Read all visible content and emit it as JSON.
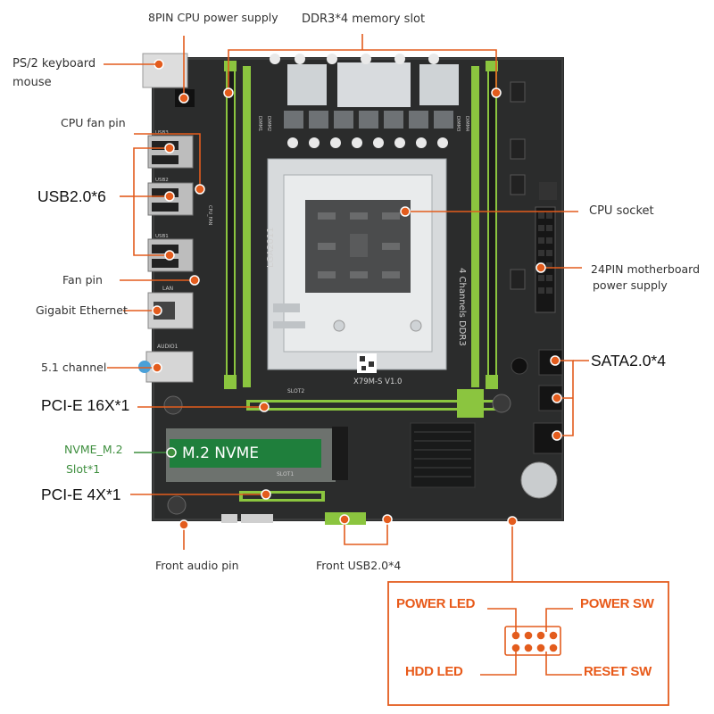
{
  "labels": {
    "cpu_power": "8PIN CPU power supply",
    "ddr3": "DDR3*4 memory slot",
    "ps2_line1": "PS/2 keyboard",
    "ps2_line2": "mouse",
    "cpu_fan": "CPU fan pin",
    "usb": "USB2.0*6",
    "fan_pin": "Fan pin",
    "gigabit": "Gigabit Ethernet",
    "audio51": "5.1 channel",
    "pcie16": "PCI-E 16X*1",
    "nvme_line1": "NVME_M.2",
    "nvme_line2": "Slot*1",
    "pcie4": "PCI-E 4X*1",
    "front_audio": "Front audio pin",
    "front_usb": "Front USB2.0*4",
    "cpu_socket": "CPU socket",
    "atx24_line1": "24PIN motherboard",
    "atx24_line2": "power supply",
    "sata": "SATA2.0*4"
  },
  "board": {
    "m2_text": "M.2 NVME",
    "silk_lga": "LGA2011",
    "silk_ddr": "4 Channels DDR3",
    "silk_model": "X79M-S  V1.0",
    "silk_slot1": "SLOT1",
    "silk_slot2": "SLOT2",
    "silk_lan": "LAN",
    "silk_audio": "AUDIO1",
    "silk_usb3": "USB3",
    "silk_usb2": "USB2",
    "silk_usb1": "USB1",
    "silk_cpufan": "CPU_FAN",
    "silk_dimm1": "DIMM1",
    "silk_dimm2": "DIMM2",
    "silk_dimm3": "DIMM3",
    "silk_dimm4": "DIMM4"
  },
  "front_panel": {
    "power_led": "POWER LED",
    "power_sw": "POWER SW",
    "hdd_led": "HDD  LED",
    "reset_sw": "RESET SW"
  },
  "colors": {
    "leader": "#e35c1d",
    "ram_green": "#8bc53f",
    "board": "#2a2b2b",
    "m2_green": "#1f7f3c"
  }
}
